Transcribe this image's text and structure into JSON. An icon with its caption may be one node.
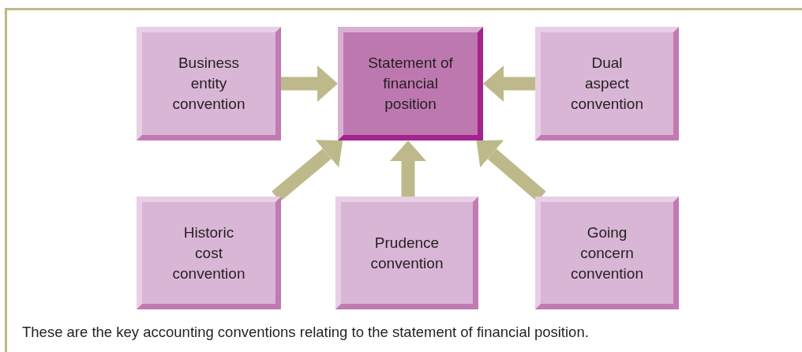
{
  "diagram": {
    "caption": "These are the key accounting conventions relating to the statement of financial position.",
    "nodes": [
      {
        "text": [
          "Business entity convention"
        ]
      },
      {
        "text": [
          "Statement of financial position"
        ]
      },
      {
        "text": [
          "Dual aspect convention"
        ]
      },
      {
        "text": [
          "Historic cost convention"
        ]
      },
      {
        "text": [
          "Prudence convention"
        ]
      },
      {
        "text": [
          "Going concern convention"
        ]
      }
    ],
    "edges": [
      {
        "from": 0,
        "to": 1,
        "arrow": "to"
      },
      {
        "from": 2,
        "to": 1,
        "arrow": "to"
      },
      {
        "from": 3,
        "to": 1,
        "arrow": "to"
      },
      {
        "from": 4,
        "to": 1,
        "arrow": "to"
      },
      {
        "from": 5,
        "to": 1,
        "arrow": "to"
      }
    ]
  }
}
